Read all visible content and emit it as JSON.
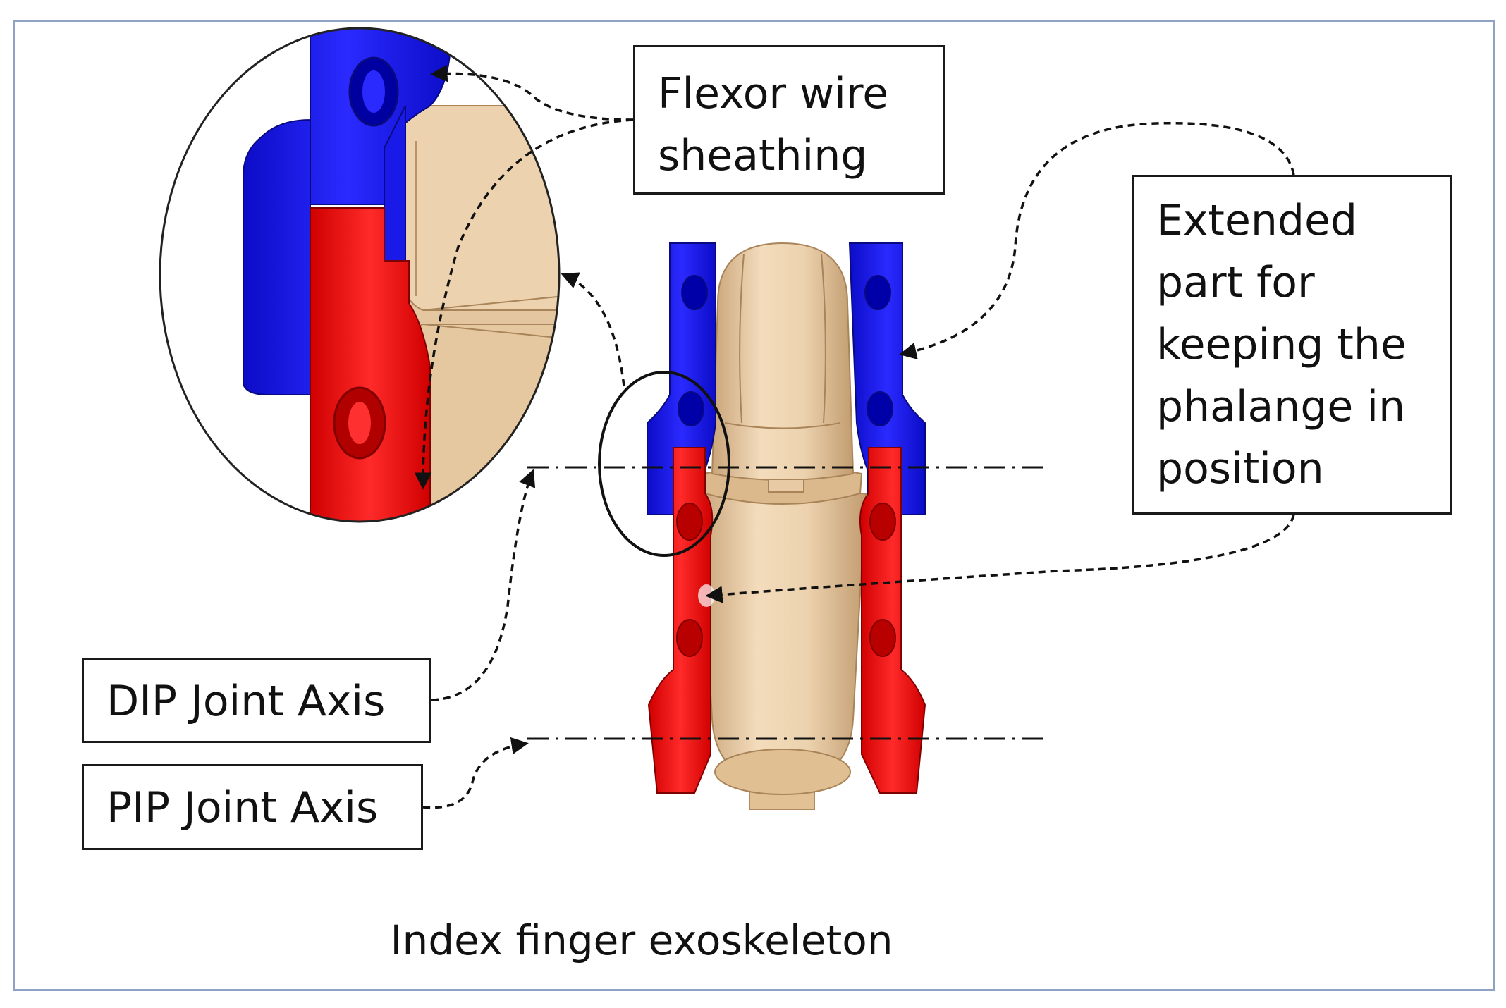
{
  "labels": {
    "flexor": "Flexor wire\nsheathing",
    "extended": "Extended\npart for\nkeeping the\nphalange in\nposition",
    "dip": "DIP Joint Axis",
    "pip": "PIP Joint Axis"
  },
  "caption": "Index finger exoskeleton",
  "colors": {
    "distal_part": "#1010e0",
    "middle_part": "#f01010",
    "finger": "#e8c9a0",
    "frame_border": "#8ea3c4"
  }
}
